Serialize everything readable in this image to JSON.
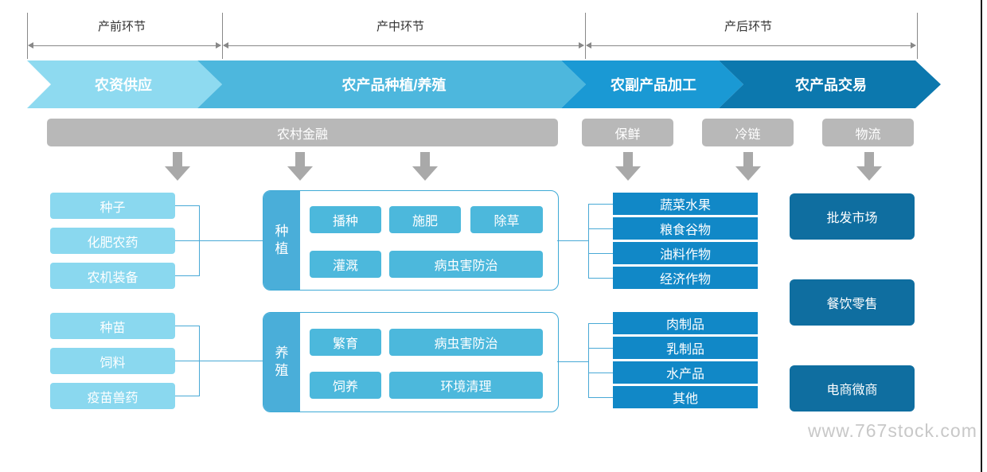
{
  "stages": [
    {
      "label": "产前环节"
    },
    {
      "label": "产中环节"
    },
    {
      "label": "产后环节"
    }
  ],
  "chevrons": [
    {
      "label": "农资供应",
      "color": "#8edaf0"
    },
    {
      "label": "农产品种植/养殖",
      "color": "#4db7dd"
    },
    {
      "label": "农副产品加工",
      "color": "#1a99d4"
    },
    {
      "label": "农产品交易",
      "color": "#0c78ae"
    }
  ],
  "support_bars": [
    {
      "label": "农村金融"
    },
    {
      "label": "保鲜"
    },
    {
      "label": "冷链"
    },
    {
      "label": "物流"
    }
  ],
  "inputs_top": [
    "种子",
    "化肥农药",
    "农机装备"
  ],
  "inputs_bottom": [
    "种苗",
    "饲料",
    "疫苗兽药"
  ],
  "planting": {
    "title": "种\n植",
    "tasks": [
      "播种",
      "施肥",
      "除草",
      "灌溉",
      "病虫害防治"
    ]
  },
  "breeding": {
    "title": "养\n殖",
    "tasks": [
      "繁育",
      "病虫害防治",
      "饲养",
      "环境清理"
    ]
  },
  "products_top": [
    "蔬菜水果",
    "粮食谷物",
    "油料作物",
    "经济作物"
  ],
  "products_bottom": [
    "肉制品",
    "乳制品",
    "水产品",
    "其他"
  ],
  "trade": [
    "批发市场",
    "餐饮零售",
    "电商微商"
  ],
  "watermark": "www.767stock.com"
}
